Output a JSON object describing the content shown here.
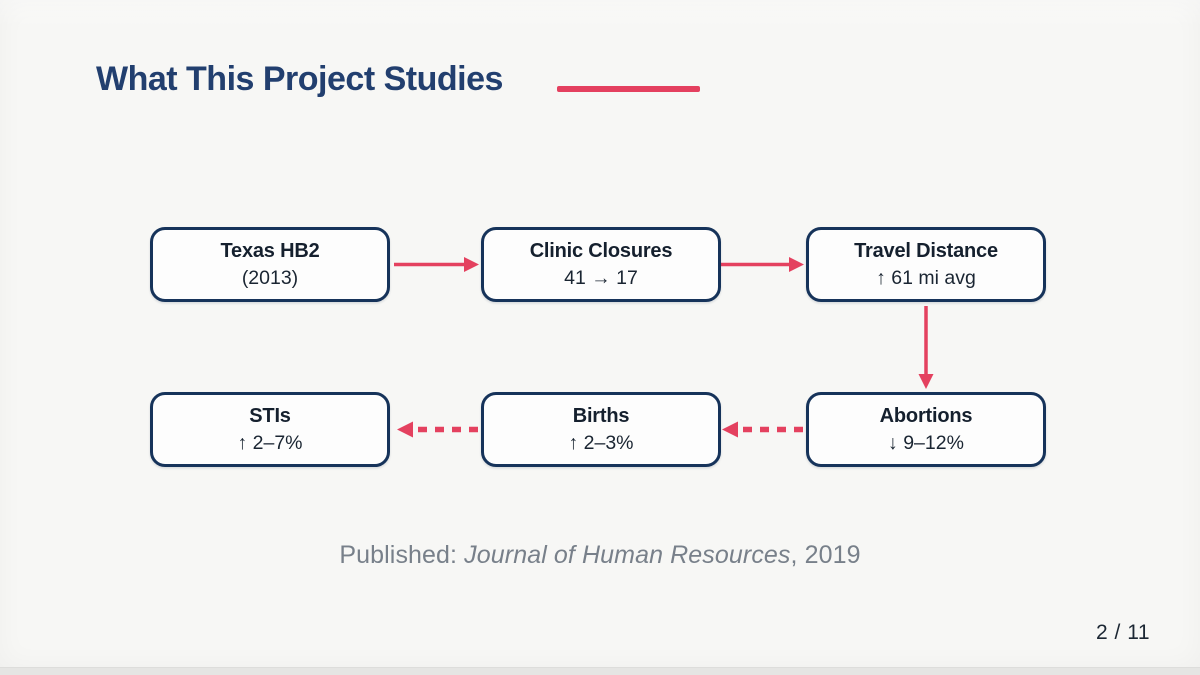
{
  "slide": {
    "title": "What This Project Studies",
    "page_indicator": "2 / 11",
    "footer": {
      "prefix": "Published: ",
      "journal": "Journal of Human Resources",
      "suffix": ", 2019"
    },
    "colors": {
      "accent_red": "#e4415f",
      "border_navy": "#16335a",
      "title_navy": "#223f6f",
      "node_text": "#15202e",
      "footer_gray": "#78808a",
      "slide_background": "#f7f7f5"
    },
    "diagram": {
      "nodes": [
        {
          "id": "texas-hb2",
          "title": "Texas HB2",
          "subtitle": "(2013)"
        },
        {
          "id": "clinic-closures",
          "title": "Clinic Closures",
          "subtitle": "41 → 17"
        },
        {
          "id": "travel-distance",
          "title": "Travel Distance",
          "subtitle": "↑ 61 mi avg"
        },
        {
          "id": "stis",
          "title": "STIs",
          "subtitle": "↑ 2–7%"
        },
        {
          "id": "births",
          "title": "Births",
          "subtitle": "↑ 2–3%"
        },
        {
          "id": "abortions",
          "title": "Abortions",
          "subtitle": "↓ 9–12%"
        }
      ],
      "edges": [
        {
          "from": "texas-hb2",
          "to": "clinic-closures",
          "style": "solid"
        },
        {
          "from": "clinic-closures",
          "to": "travel-distance",
          "style": "solid"
        },
        {
          "from": "travel-distance",
          "to": "abortions",
          "style": "solid"
        },
        {
          "from": "abortions",
          "to": "births",
          "style": "dashed"
        },
        {
          "from": "births",
          "to": "stis",
          "style": "dashed"
        }
      ]
    }
  }
}
